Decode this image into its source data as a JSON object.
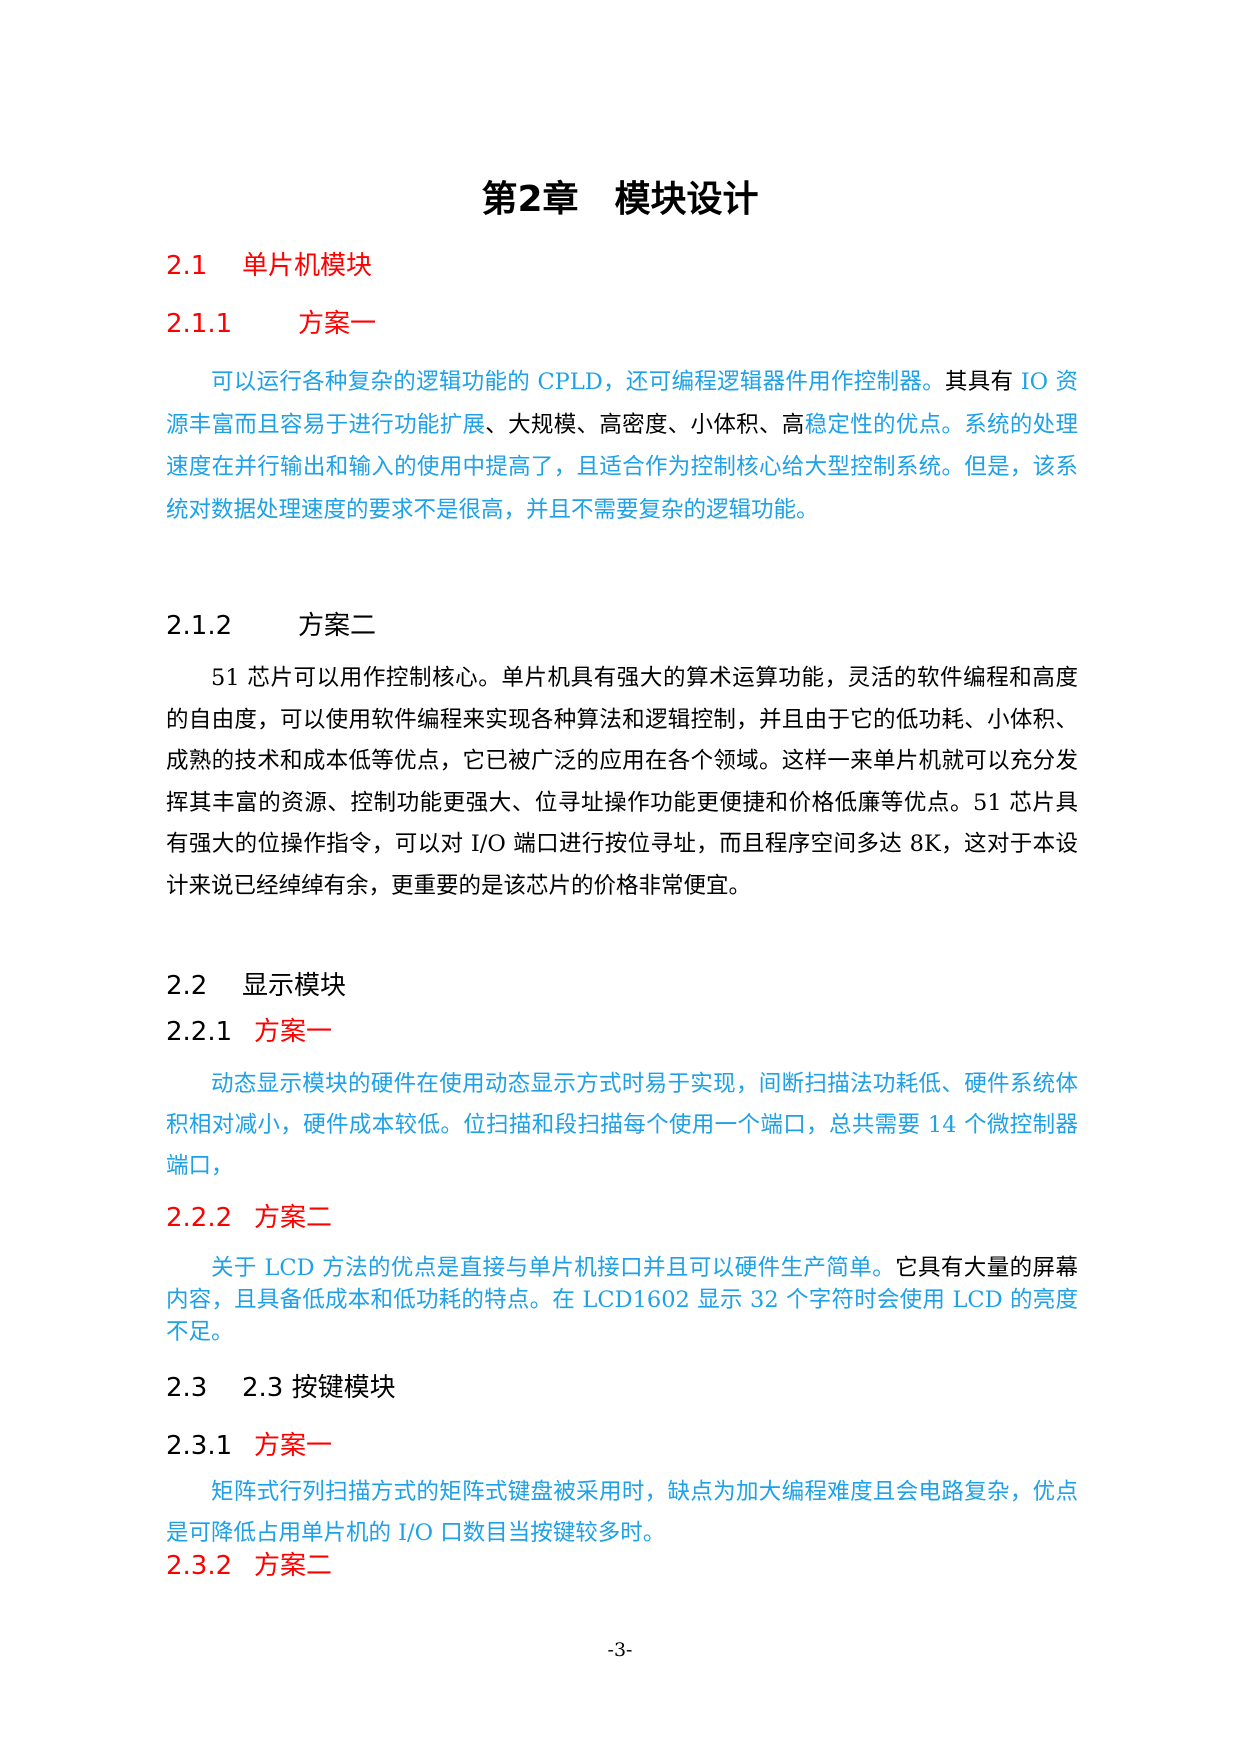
{
  "chapter_title": "第2章　模块设计",
  "s2_1": {
    "num": "2.1",
    "title": "单片机模块"
  },
  "s2_1_1": {
    "num": "2.1.1",
    "title": "方案一",
    "p_a": "可以运行各种复杂的逻辑功能的 CPLD，还可编程逻辑器件用作控制器。",
    "p_b": "其具有",
    "p_c": " IO 资源丰富而且容易于进行功能扩展",
    "p_d": "、大规模、高密度、小体积、高",
    "p_e": "稳定性的优点。系统的处理速度在并行输出和输入的使用中提高了，且适合作为控制核心给大型控制系统。但是，该系统对数据处理速度的要求不是很高，并且不需要复杂的逻辑功能。"
  },
  "s2_1_2": {
    "num": "2.1.2",
    "title": "方案二",
    "paragraph": "51 芯片可以用作控制核心。单片机具有强大的算术运算功能，灵活的软件编程和高度的自由度，可以使用软件编程来实现各种算法和逻辑控制，并且由于它的低功耗、小体积、成熟的技术和成本低等优点，它已被广泛的应用在各个领域。这样一来单片机就可以充分发挥其丰富的资源、控制功能更强大、位寻址操作功能更便捷和价格低廉等优点。51 芯片具有强大的位操作指令，可以对 I/O 端口进行按位寻址，而且程序空间多达 8K，这对于本设计来说已经绰绰有余，更重要的是该芯片的价格非常便宜。"
  },
  "s2_2": {
    "num": "2.2",
    "title": "显示模块"
  },
  "s2_2_1": {
    "num": "2.2.1",
    "title": "方案一",
    "paragraph": "动态显示模块的硬件在使用动态显示方式时易于实现，间断扫描法功耗低、硬件系统体积相对减小，硬件成本较低。位扫描和段扫描每个使用一个端口，总共需要 14 个微控制器端口，"
  },
  "s2_2_2": {
    "num": "2.2.2",
    "title": "方案二",
    "p_a": "关于 LCD 方法的优点是直接与单片机接口并且可以硬件生产简单。",
    "p_b": "它具有大量的屏幕",
    "p_c": "内容，且具备低成本和低功耗的特点。在 LCD1602 显示 32 个字符时会使用 LCD 的亮度不足。"
  },
  "s2_3": {
    "num": "2.3",
    "title": "2.3 按键模块"
  },
  "s2_3_1": {
    "num": "2.3.1",
    "title": "方案一",
    "paragraph": "矩阵式行列扫描方式的矩阵式键盘被采用时，缺点为加大编程难度且会电路复杂，优点是可降低占用单片机的 I/O 口数目当按键较多时。"
  },
  "s2_3_2": {
    "num": "2.3.2",
    "title": "方案二"
  },
  "page_number": "-3-",
  "colors": {
    "heading_red": "#ff0000",
    "body_blue": "#1ea1e6",
    "body_black": "#000000"
  }
}
